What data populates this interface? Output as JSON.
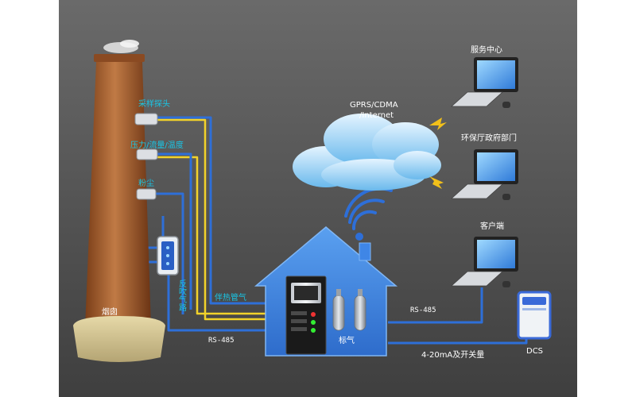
{
  "labels": {
    "sampling_probe": "采样探头",
    "pressure_flow_temp": "压力/流量/温度",
    "dust": "粉尘",
    "chimney": "烟囱",
    "backflush_line": "反吹气路",
    "heat_tracing_pipe": "伴热管气",
    "rs485_left": "RS-485",
    "rs485_right": "RS-485",
    "analog_io": "4-20mA及开关量",
    "standard_gas": "标气",
    "dcs": "DCS",
    "network": "GPRS/CDMA\n/Internet",
    "service_center": "服务中心",
    "environment_dept": "环保厅政府部门",
    "client": "客户端"
  },
  "colors": {
    "background": "#5b5b5b",
    "pipe_blue": "#2e6fd8",
    "pipe_yellow": "#f2d22a",
    "house": "#3f86e6",
    "text_cyan": "#19c6e6"
  }
}
